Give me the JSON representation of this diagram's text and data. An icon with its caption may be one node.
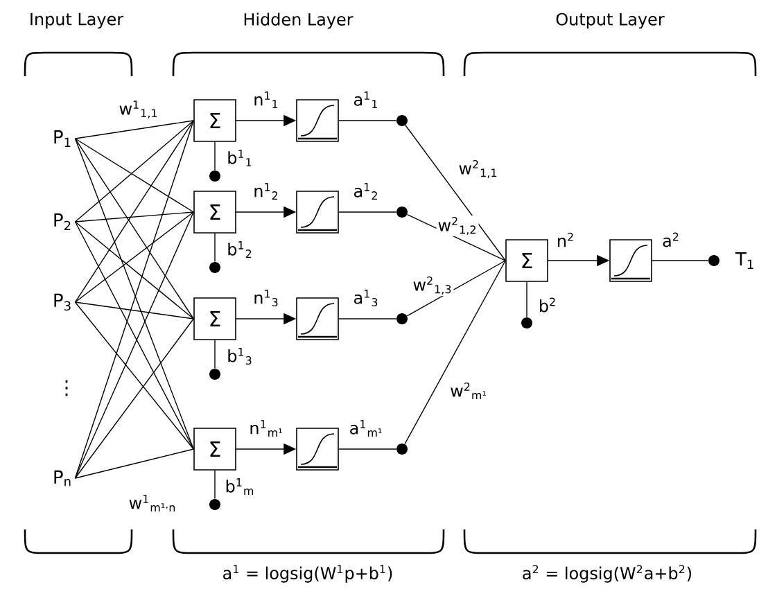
{
  "diagram": {
    "nodes": [
      {
        "text": [
          "P$_{1}$"
        ]
      },
      {
        "text": [
          "P$_{2}$"
        ]
      },
      {
        "text": [
          "P$_{3}$"
        ]
      },
      {
        "text": [
          "P$_{n}$"
        ]
      },
      {
        "text": [
          "Σ"
        ]
      },
      {
        "text": [],
        "shape": "box"
      },
      {
        "text": [],
        "shape": "circle"
      },
      {
        "text": [],
        "shape": "circle"
      },
      {
        "text": [
          "Σ"
        ]
      },
      {
        "text": [],
        "shape": "box"
      },
      {
        "text": [],
        "shape": "circle"
      },
      {
        "text": [],
        "shape": "circle"
      },
      {
        "text": [
          "Σ"
        ]
      },
      {
        "text": [],
        "shape": "box"
      },
      {
        "text": [],
        "shape": "circle"
      },
      {
        "text": [],
        "shape": "circle"
      },
      {
        "text": [
          "Σ"
        ]
      },
      {
        "text": [],
        "shape": "box"
      },
      {
        "text": [],
        "shape": "circle"
      },
      {
        "text": [],
        "shape": "circle"
      },
      {
        "text": [
          "Σ"
        ]
      },
      {
        "text": [],
        "shape": "box"
      },
      {
        "text": [],
        "shape": "circle",
        "beside": [
          "T$_{1}$"
        ]
      },
      {
        "text": [],
        "shape": "circle"
      }
    ],
    "edges": [
      {
        "from": 0,
        "to": 4,
        "arrow": "none",
        "label": "w$^{1}$$_{1,1}$"
      },
      {
        "from": 0,
        "to": 8,
        "arrow": "none"
      },
      {
        "from": 0,
        "to": 12,
        "arrow": "none"
      },
      {
        "from": 0,
        "to": 16,
        "arrow": "none"
      },
      {
        "from": 1,
        "to": 4,
        "arrow": "none"
      },
      {
        "from": 1,
        "to": 8,
        "arrow": "none"
      },
      {
        "from": 1,
        "to": 12,
        "arrow": "none"
      },
      {
        "from": 1,
        "to": 16,
        "arrow": "none"
      },
      {
        "from": 2,
        "to": 4,
        "arrow": "none"
      },
      {
        "from": 2,
        "to": 8,
        "arrow": "none"
      },
      {
        "from": 2,
        "to": 12,
        "arrow": "none"
      },
      {
        "from": 2,
        "to": 16,
        "arrow": "none"
      },
      {
        "from": 3,
        "to": 4,
        "arrow": "none"
      },
      {
        "from": 3,
        "to": 8,
        "arrow": "none"
      },
      {
        "from": 3,
        "to": 12,
        "arrow": "none"
      },
      {
        "from": 3,
        "to": 16,
        "arrow": "none",
        "label": "w$^{1}$$_{m¹·n}$"
      },
      {
        "from": 4,
        "to": 5,
        "arrow": "to",
        "label": "n$^{1}$$_{1}$"
      },
      {
        "from": 5,
        "to": 6,
        "arrow": "none",
        "label": "a$^{1}$$_{1}$"
      },
      {
        "from": 7,
        "to": 4,
        "arrow": "none",
        "label": "b$^{1}$$_{1}$"
      },
      {
        "from": 8,
        "to": 9,
        "arrow": "to",
        "label": "n$^{1}$$_{2}$"
      },
      {
        "from": 9,
        "to": 10,
        "arrow": "none",
        "label": "a$^{1}$$_{2}$"
      },
      {
        "from": 11,
        "to": 8,
        "arrow": "none",
        "label": "b$^{1}$$_{2}$"
      },
      {
        "from": 12,
        "to": 13,
        "arrow": "to",
        "label": "n$^{1}$$_{3}$"
      },
      {
        "from": 13,
        "to": 14,
        "arrow": "none",
        "label": "a$^{1}$$_{3}$"
      },
      {
        "from": 15,
        "to": 12,
        "arrow": "none",
        "label": "b$^{1}$$_{3}$"
      },
      {
        "from": 16,
        "to": 17,
        "arrow": "to",
        "label": "n$^{1}$$_{m¹}$"
      },
      {
        "from": 17,
        "to": 18,
        "arrow": "none",
        "label": "a$^{1}$$_{m¹}$"
      },
      {
        "from": 19,
        "to": 16,
        "arrow": "none",
        "label": "b$^{1}$$_{m}$"
      },
      {
        "from": 6,
        "to": 20,
        "arrow": "none",
        "label": "w$^{2}$$_{1,1}$"
      },
      {
        "from": 10,
        "to": 20,
        "arrow": "none",
        "label": "w$^{2}$$_{1,2}$"
      },
      {
        "from": 14,
        "to": 20,
        "arrow": "none",
        "label": "w$^{2}$$_{1,3}$"
      },
      {
        "from": 18,
        "to": 20,
        "arrow": "none",
        "label": "w$^{2}$$_{m¹}$"
      },
      {
        "from": 20,
        "to": 21,
        "arrow": "to",
        "label": "n$^{2}$"
      },
      {
        "from": 21,
        "to": 22,
        "arrow": "none",
        "label": "a$^{2}$"
      },
      {
        "from": 23,
        "to": 20,
        "arrow": "none",
        "label": "b$^{2}$"
      }
    ],
    "labels": [
      "Input Layer",
      "Hidden Layer",
      "Output Layer",
      "⋮",
      "a$^{1}$ = logsig(W$^{1}$p+b$^{1}$)",
      "a$^{2}$ = logsig(W$^{2}$a+b$^{2}$)"
    ]
  }
}
